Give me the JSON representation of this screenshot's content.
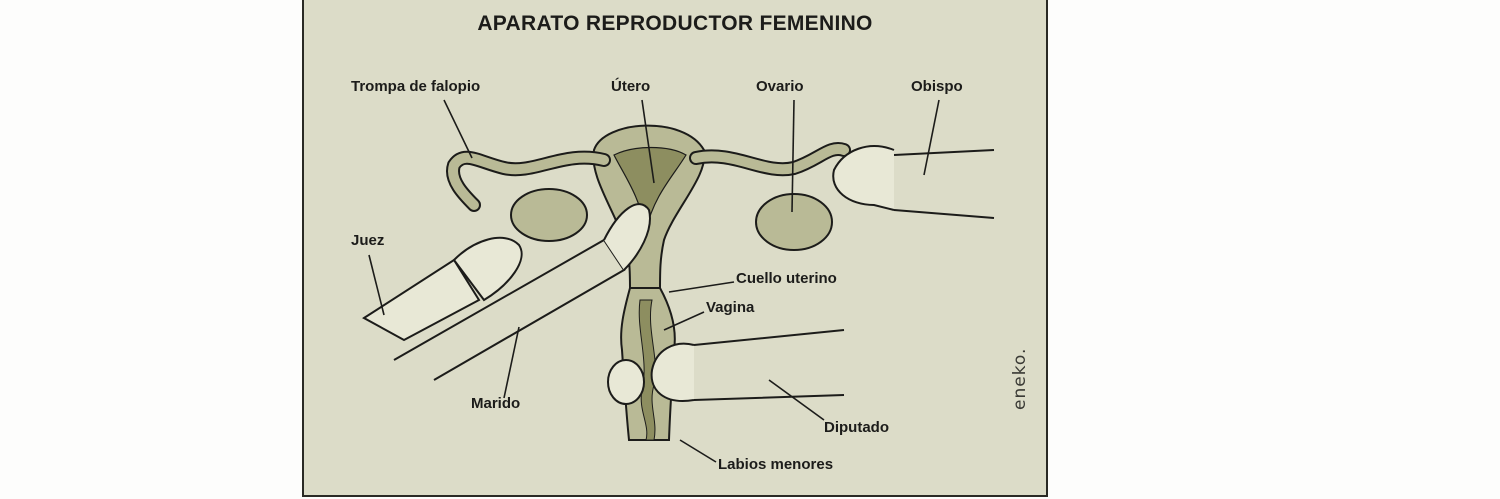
{
  "diagram": {
    "title": "APARATO REPRODUCTOR FEMENINO",
    "signature": "eneko.",
    "labels": {
      "trompa": "Trompa de falopio",
      "utero": "Útero",
      "ovario": "Ovario",
      "obispo": "Obispo",
      "juez": "Juez",
      "cuello": "Cuello uterino",
      "vagina": "Vagina",
      "marido": "Marido",
      "diputado": "Diputado",
      "labios": "Labios menores"
    },
    "colors": {
      "panel_bg": "#dcdcc8",
      "organ_fill": "#b9ba96",
      "organ_dark": "#8d8e60",
      "ink": "#1c1c1a"
    }
  }
}
